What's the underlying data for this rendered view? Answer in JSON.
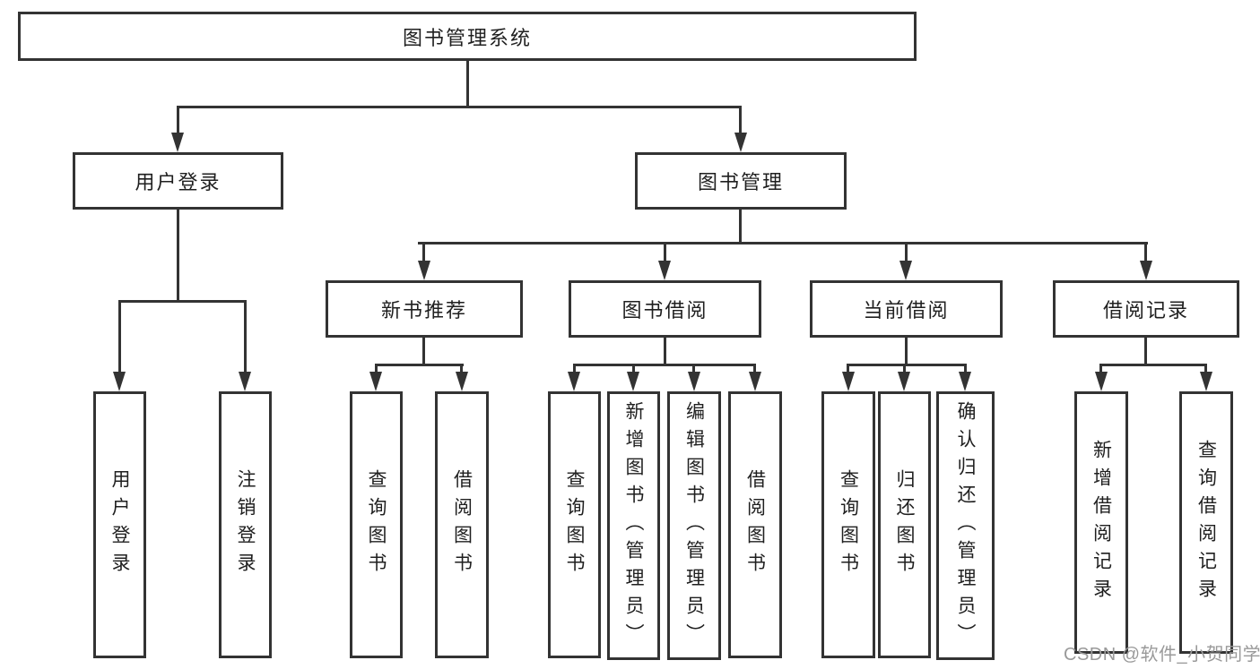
{
  "tree": {
    "label": "图书管理系统",
    "children": [
      {
        "label": "用户登录",
        "children": [
          {
            "label": "用户登录"
          },
          {
            "label": "注销登录"
          }
        ]
      },
      {
        "label": "图书管理",
        "children": [
          {
            "label": "新书推荐",
            "children": [
              {
                "label": "查询图书"
              },
              {
                "label": "借阅图书"
              }
            ]
          },
          {
            "label": "图书借阅",
            "children": [
              {
                "label": "查询图书"
              },
              {
                "label": "新增图书（管理员）"
              },
              {
                "label": "编辑图书（管理员）"
              },
              {
                "label": "借阅图书"
              }
            ]
          },
          {
            "label": "当前借阅",
            "children": [
              {
                "label": "查询图书"
              },
              {
                "label": "归还图书"
              },
              {
                "label": "确认归还（管理员）"
              }
            ]
          },
          {
            "label": "借阅记录",
            "children": [
              {
                "label": "新增借阅记录"
              },
              {
                "label": "查询借阅记录"
              }
            ]
          }
        ]
      }
    ]
  },
  "watermark": "CSDN @软件_小贺同学",
  "colors": {
    "line": "#333333",
    "text": "#1f1f1f",
    "background": "#ffffff",
    "watermark": "#9a9a9a"
  }
}
